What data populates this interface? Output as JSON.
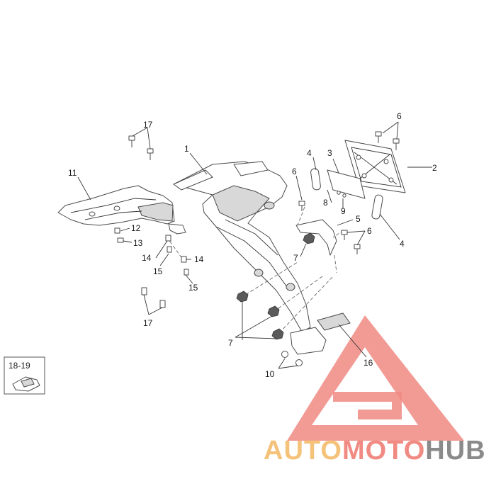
{
  "callouts": {
    "c1": "1",
    "c2": "2",
    "c3": "3",
    "c4a": "4",
    "c4b": "4",
    "c5": "5",
    "c6a": "6",
    "c6b": "6",
    "c6c": "6",
    "c7a": "7",
    "c7b": "7",
    "c8": "8",
    "c9": "9",
    "c10": "10",
    "c11": "11",
    "c12": "12",
    "c13": "13",
    "c14a": "14",
    "c14b": "14",
    "c15a": "15",
    "c15b": "15",
    "c16": "16",
    "c17a": "17",
    "c17b": "17"
  },
  "inset": {
    "label": "18-19"
  },
  "watermark": {
    "part_a": "AUTO",
    "part_b": "MOTO",
    "part_c": "HUB",
    "color_a": "#f5c27a",
    "color_b": "#f08a82",
    "color_c": "#8a8a8a"
  }
}
